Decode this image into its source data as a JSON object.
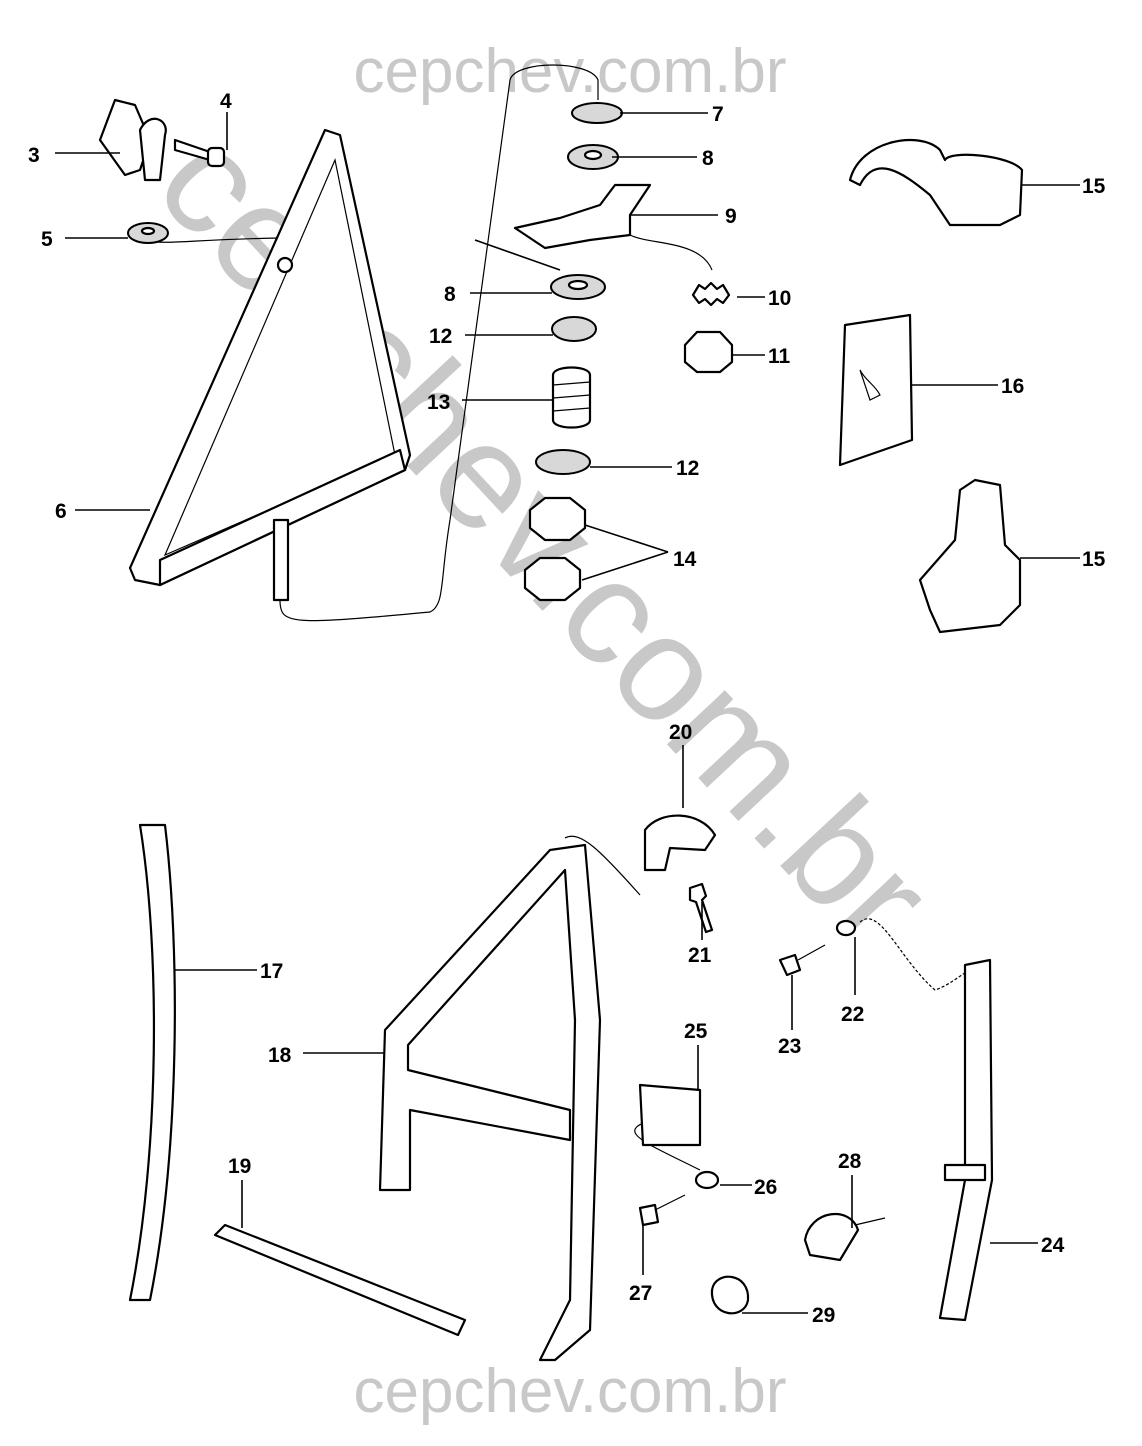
{
  "watermark": {
    "top": "cepchev.com.br",
    "bottom": "cepchev.com.br",
    "diagonal": "cepchev.com.br"
  },
  "callouts": {
    "c3": "3",
    "c4": "4",
    "c5": "5",
    "c6": "6",
    "c7": "7",
    "c8a": "8",
    "c8b": "8",
    "c9": "9",
    "c10": "10",
    "c11": "11",
    "c12a": "12",
    "c12b": "12",
    "c13": "13",
    "c14": "14",
    "c15a": "15",
    "c15b": "15",
    "c16": "16",
    "c17": "17",
    "c18": "18",
    "c19": "19",
    "c20": "20",
    "c21": "21",
    "c22": "22",
    "c23": "23",
    "c24": "24",
    "c25": "25",
    "c26": "26",
    "c27": "27",
    "c28": "28",
    "c29": "29"
  }
}
